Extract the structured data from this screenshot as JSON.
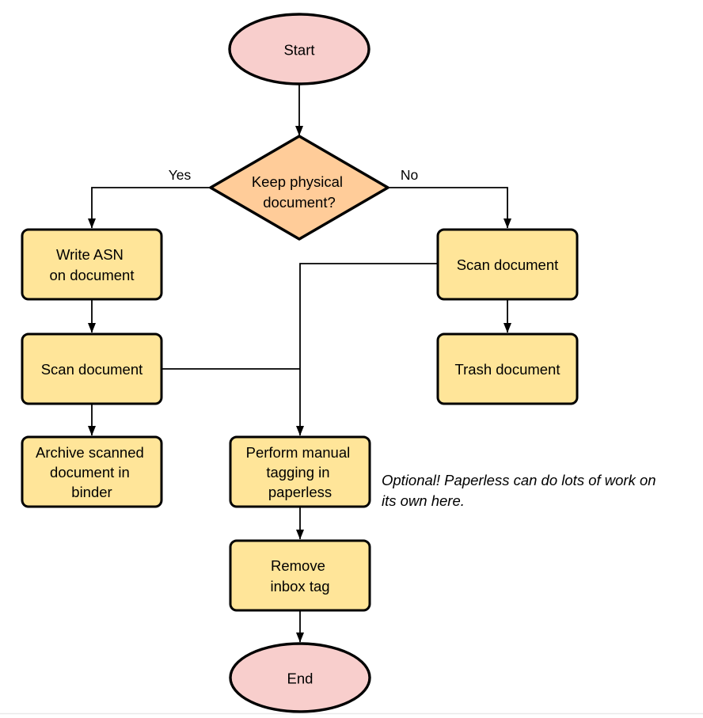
{
  "colors": {
    "terminal_fill": "#F8CECC",
    "decision_fill": "#FFCC99",
    "process_fill": "#FFE599",
    "stroke": "#000000",
    "background": "#FFFFFF",
    "bottom_rule": "#E9E9E9"
  },
  "nodes": {
    "start": {
      "type": "terminator",
      "label": "Start"
    },
    "decision": {
      "type": "decision",
      "lines": [
        "Keep physical",
        "document?"
      ]
    },
    "write_asn": {
      "type": "process",
      "lines": [
        "Write ASN",
        "on document"
      ]
    },
    "scan_left": {
      "type": "process",
      "lines": [
        "Scan document"
      ]
    },
    "archive": {
      "type": "process",
      "lines": [
        "Archive scanned",
        "document in",
        "binder"
      ]
    },
    "scan_right": {
      "type": "process",
      "lines": [
        "Scan document"
      ]
    },
    "trash": {
      "type": "process",
      "lines": [
        "Trash document"
      ]
    },
    "tagging": {
      "type": "process",
      "lines": [
        "Perform manual",
        "tagging in",
        "paperless"
      ]
    },
    "remove_inbox": {
      "type": "process",
      "lines": [
        "Remove",
        "inbox tag"
      ]
    },
    "end": {
      "type": "terminator",
      "label": "End"
    }
  },
  "edge_labels": {
    "yes": "Yes",
    "no": "No"
  },
  "annotation": {
    "lines": [
      "Optional! Paperless can do lots of work on",
      "its own here."
    ]
  }
}
